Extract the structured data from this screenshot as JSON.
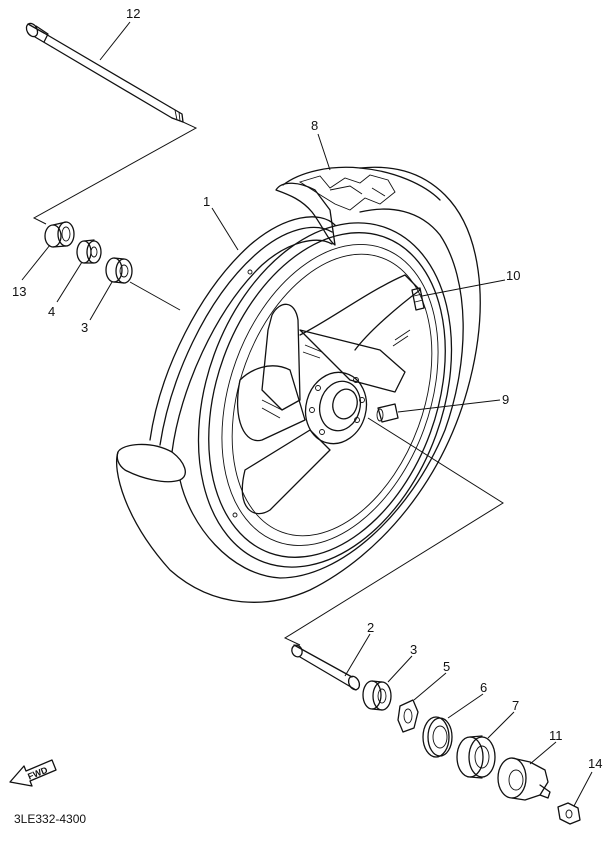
{
  "diagram": {
    "code": "3LE332-4300",
    "forward_label": "FWD",
    "callouts": [
      {
        "id": "12",
        "text": "12"
      },
      {
        "id": "8",
        "text": "8"
      },
      {
        "id": "1",
        "text": "1"
      },
      {
        "id": "13",
        "text": "13"
      },
      {
        "id": "4",
        "text": "4"
      },
      {
        "id": "3a",
        "text": "3"
      },
      {
        "id": "10",
        "text": "10"
      },
      {
        "id": "9",
        "text": "9"
      },
      {
        "id": "2",
        "text": "2"
      },
      {
        "id": "3b",
        "text": "3"
      },
      {
        "id": "5",
        "text": "5"
      },
      {
        "id": "6",
        "text": "6"
      },
      {
        "id": "7",
        "text": "7"
      },
      {
        "id": "11",
        "text": "11"
      },
      {
        "id": "14",
        "text": "14"
      }
    ]
  }
}
